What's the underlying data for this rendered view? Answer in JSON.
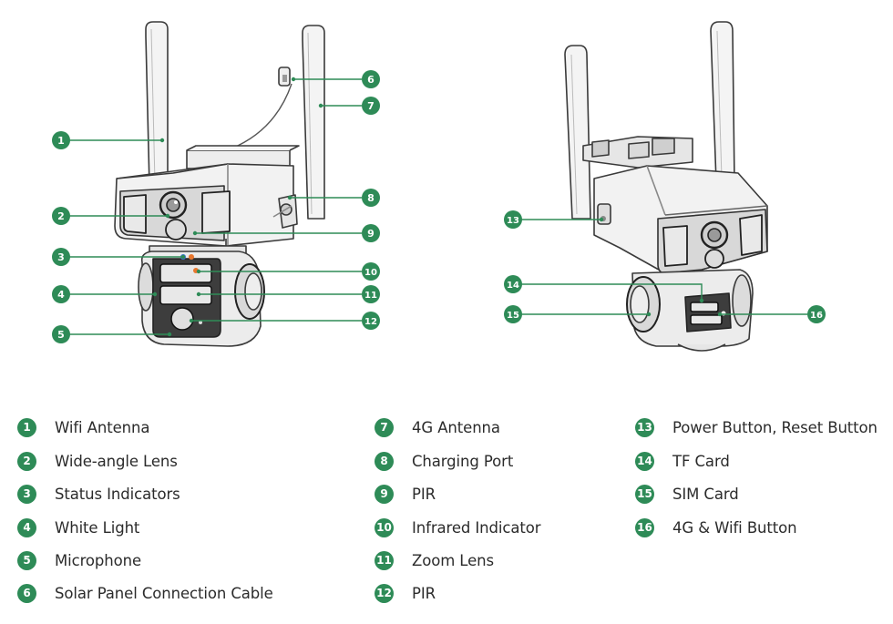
{
  "legend": [
    {
      "num": "1",
      "label": "Wifi Antenna"
    },
    {
      "num": "2",
      "label": "Wide-angle Lens"
    },
    {
      "num": "3",
      "label": "Status Indicators"
    },
    {
      "num": "4",
      "label": "White Light"
    },
    {
      "num": "5",
      "label": "Microphone"
    },
    {
      "num": "6",
      "label": "Solar Panel Connection Cable"
    },
    {
      "num": "7",
      "label": "4G Antenna"
    },
    {
      "num": "8",
      "label": "Charging Port"
    },
    {
      "num": "9",
      "label": "PIR"
    },
    {
      "num": "10",
      "label": "Infrared Indicator"
    },
    {
      "num": "11",
      "label": "Zoom Lens"
    },
    {
      "num": "12",
      "label": "PIR"
    },
    {
      "num": "13",
      "label": "Power Button, Reset Button"
    },
    {
      "num": "14",
      "label": "TF Card"
    },
    {
      "num": "15",
      "label": "SIM Card"
    },
    {
      "num": "16",
      "label": "4G & Wifi Button"
    }
  ],
  "callouts": [
    "1",
    "2",
    "3",
    "4",
    "5",
    "6",
    "7",
    "8",
    "9",
    "10",
    "11",
    "12",
    "13",
    "14",
    "15",
    "16"
  ],
  "colors": {
    "accent": "#2e8b57",
    "line": "#2e8b57",
    "outline": "#3a3a3a",
    "orange": "#e8772e",
    "blue": "#3b6fd8"
  }
}
